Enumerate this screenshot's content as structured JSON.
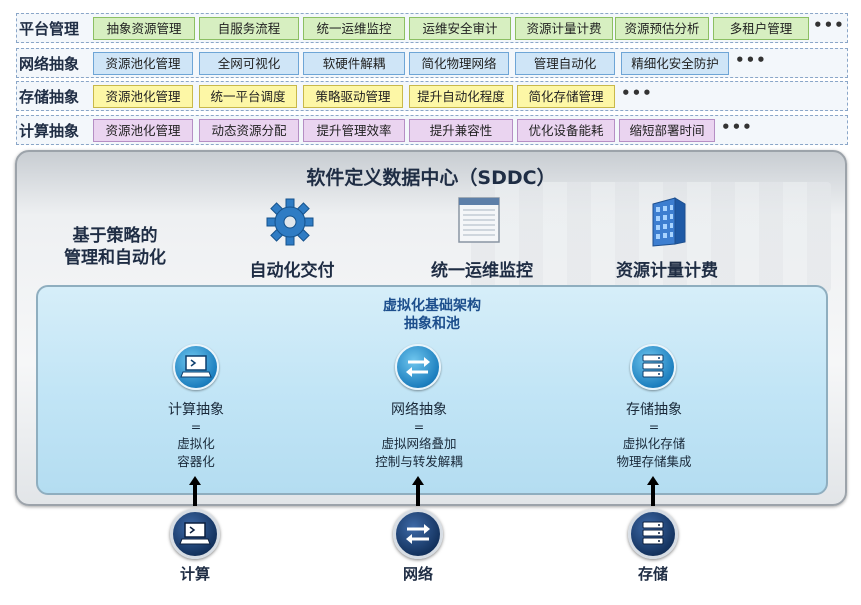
{
  "rows": [
    {
      "label": "平台管理",
      "color": "green",
      "tags": [
        "抽象资源管理",
        "自服务流程",
        "统一运维监控",
        "运维安全审计",
        "资源计量计费",
        "资源预估分析",
        "多租户管理"
      ],
      "more": "•••"
    },
    {
      "label": "网络抽象",
      "color": "blue",
      "tags": [
        "资源池化管理",
        "全网可视化",
        "软硬件解耦",
        "简化物理网络",
        "管理自动化",
        "精细化安全防护"
      ],
      "more": "•••"
    },
    {
      "label": "存储抽象",
      "color": "yellow",
      "tags": [
        "资源池化管理",
        "统一平台调度",
        "策略驱动管理",
        "提升自动化程度",
        "简化存储管理"
      ],
      "more": "•••"
    },
    {
      "label": "计算抽象",
      "color": "pink",
      "tags": [
        "资源池化管理",
        "动态资源分配",
        "提升管理效率",
        "提升兼容性",
        "优化设备能耗",
        "缩短部署时间"
      ],
      "more": "•••"
    }
  ],
  "sddc": {
    "title": "软件定义数据中心（SDDC）",
    "policy_line1": "基于策略的",
    "policy_line2": "管理和自动化",
    "features": [
      {
        "label": "自动化交付",
        "icon": "gear-icon"
      },
      {
        "label": "统一运维监控",
        "icon": "monitor-window-icon"
      },
      {
        "label": "资源计量计费",
        "icon": "building-icon"
      }
    ]
  },
  "virtualization": {
    "title_line1": "虚拟化基础架构",
    "title_line2": "抽象和池",
    "columns": [
      {
        "title": "计算抽象",
        "eq": "=",
        "sub1": "虚拟化",
        "sub2": "容器化",
        "icon": "laptop-icon"
      },
      {
        "title": "网络抽象",
        "eq": "=",
        "sub1": "虚拟网络叠加",
        "sub2": "控制与转发解耦",
        "icon": "switch-arrows-icon"
      },
      {
        "title": "存储抽象",
        "eq": "=",
        "sub1": "虚拟化存储",
        "sub2": "物理存储集成",
        "icon": "server-stack-icon"
      }
    ]
  },
  "bottom": [
    {
      "label": "计算",
      "icon": "laptop-icon"
    },
    {
      "label": "网络",
      "icon": "switch-arrows-icon"
    },
    {
      "label": "存储",
      "icon": "server-stack-icon"
    }
  ]
}
